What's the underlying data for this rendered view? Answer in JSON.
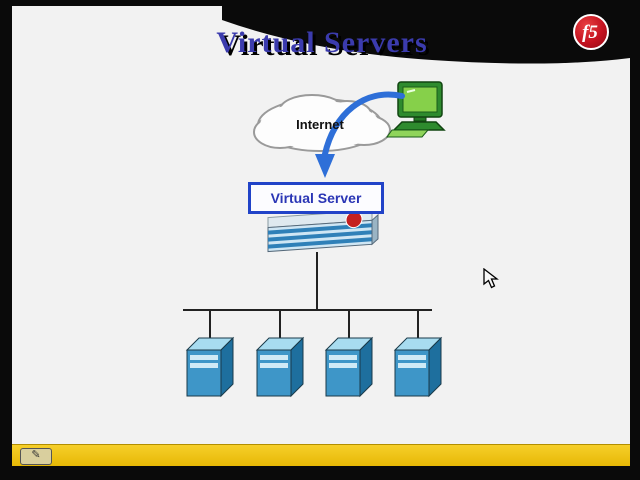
{
  "slide": {
    "title": "Virtual Servers",
    "logo": "f5"
  },
  "diagram": {
    "internet_label": "Internet",
    "virtual_server_label": "Virtual Server",
    "server_count": 4
  },
  "toolbar": {
    "pen_icon": "✎"
  },
  "colors": {
    "title": "#3b3bad",
    "bottom_bar": "#eec300",
    "f5_red": "#c41220",
    "server_blue": "#3e96c8",
    "arrow_blue": "#2e6fd8",
    "virtual_server_border": "#2143c8"
  }
}
